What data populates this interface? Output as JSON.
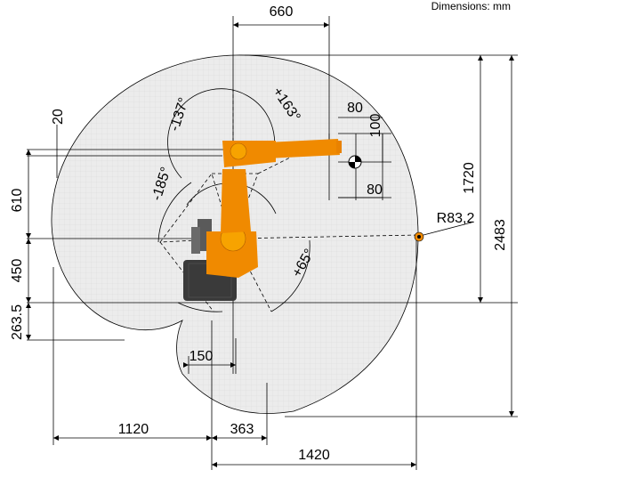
{
  "header": {
    "units_note": "Dimensions: mm"
  },
  "dimensions": {
    "top_width": "660",
    "offset_20": "20",
    "height_610": "610",
    "height_450": "450",
    "height_263_5": "263.5",
    "depth_1120": "1120",
    "depth_363": "363",
    "depth_150": "150",
    "reach_1420": "1420",
    "height_1720": "1720",
    "height_2483": "2483",
    "wrist_80_top": "80",
    "wrist_100": "100",
    "wrist_80_bottom": "80",
    "radius": "R83,2"
  },
  "angles": {
    "a1": "-137°",
    "a2": "+163°",
    "a3": "-185°",
    "a4": "+65°"
  },
  "colors": {
    "robot_orange": "#F08A00",
    "robot_dark": "#3a3a3a",
    "envelope_fill": "#e9e9e9"
  }
}
